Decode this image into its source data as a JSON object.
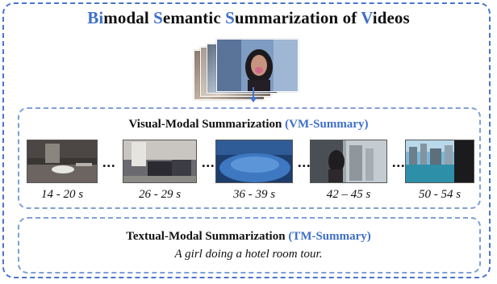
{
  "title": {
    "parts": [
      {
        "text": "Bi",
        "highlight": true
      },
      {
        "text": "modal ",
        "highlight": false
      },
      {
        "text": "S",
        "highlight": true
      },
      {
        "text": "emantic ",
        "highlight": false
      },
      {
        "text": "S",
        "highlight": true
      },
      {
        "text": "ummarization of ",
        "highlight": false
      },
      {
        "text": "V",
        "highlight": true
      },
      {
        "text": "ideos",
        "highlight": false
      }
    ]
  },
  "vm_section": {
    "title": "Visual-Modal Summarization",
    "tag": "(VM-Summary)",
    "segments": [
      {
        "time": "14 - 20 s",
        "scene": "bathroom-sink"
      },
      {
        "time": "26 - 29 s",
        "scene": "hotel-room-luggage"
      },
      {
        "time": "36 - 39 s",
        "scene": "blue-bed"
      },
      {
        "time": "42 – 45 s",
        "scene": "girl-at-window"
      },
      {
        "time": "50 - 54 s",
        "scene": "city-river-view"
      }
    ],
    "separator": "..."
  },
  "tm_section": {
    "title": "Textual-Modal Summarization",
    "tag": "(TM-Summary)",
    "caption": "A girl doing a hotel room tour."
  },
  "colors": {
    "accent": "#3d6fc9",
    "outer_border": "#4a74c9",
    "inner_border": "#7f9fd6"
  }
}
